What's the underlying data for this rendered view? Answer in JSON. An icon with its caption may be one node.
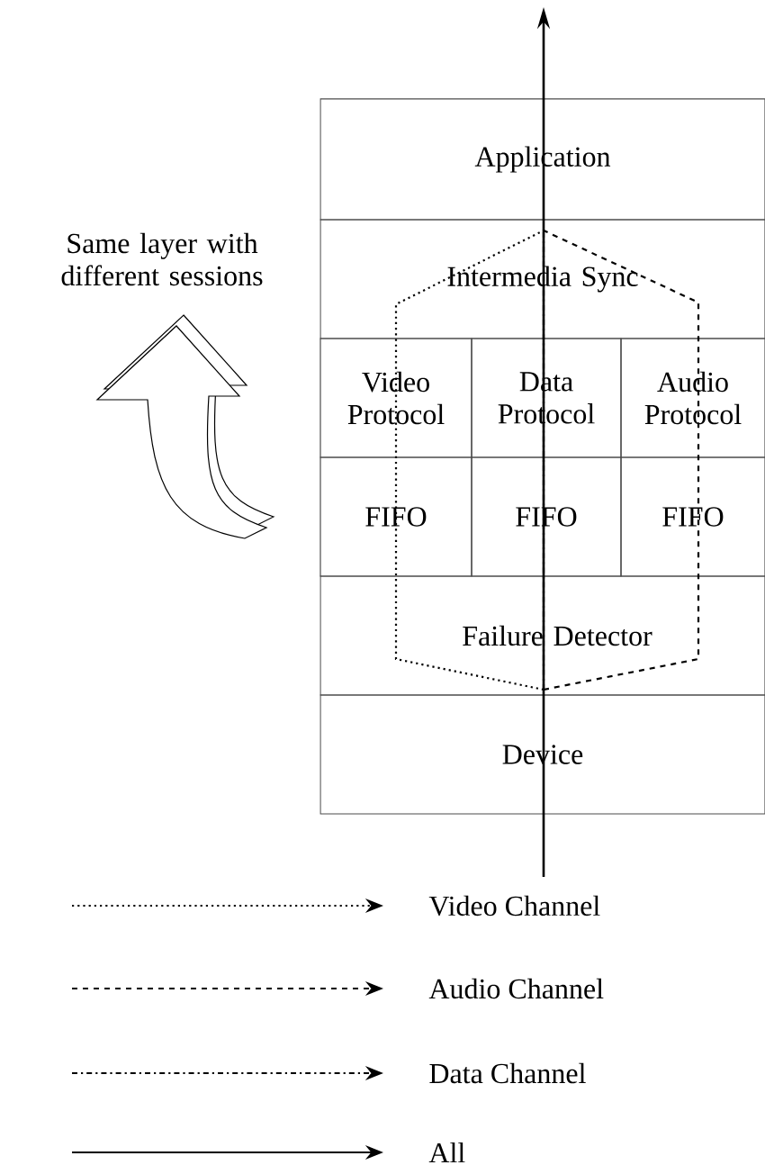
{
  "diagram": {
    "nodes": [
      {
        "text": [
          "Application"
        ]
      },
      {
        "text": [
          "Intermedia Sync"
        ]
      },
      {
        "text": [
          "Video Protocol"
        ]
      },
      {
        "text": [
          "Data Protocol"
        ]
      },
      {
        "text": [
          "Audio Protocol"
        ]
      },
      {
        "text": [
          "FIFO"
        ]
      },
      {
        "text": [
          "FIFO"
        ]
      },
      {
        "text": [
          "FIFO"
        ]
      },
      {
        "text": [
          "Failure Detector"
        ]
      },
      {
        "text": [
          "Device"
        ]
      }
    ],
    "labels": [
      "Same layer with different sessions"
    ],
    "legend": [
      {
        "text": "Video Channel"
      },
      {
        "text": "Audio Channel"
      },
      {
        "text": "Data Channel"
      },
      {
        "text": "All"
      }
    ]
  }
}
